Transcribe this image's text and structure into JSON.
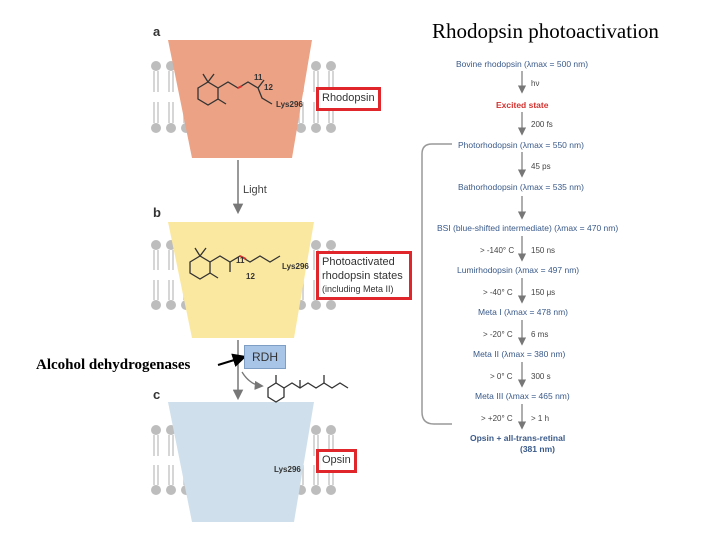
{
  "title": "Rhodopsin  photoactivation",
  "side_label": "Alcohol dehydrogenases",
  "panels": {
    "a": {
      "letter": "a",
      "box": "Rhodopsin",
      "color": "#eba285"
    },
    "b": {
      "letter": "b",
      "box_line1": "Photoactivated",
      "box_line2": "rhodopsin states",
      "box_line3": "(including Meta II)",
      "color": "#fbe8a0"
    },
    "c": {
      "letter": "c",
      "box": "Opsin",
      "color": "#cfe0ec"
    }
  },
  "arrow_label": "Light",
  "rdh": "RDH",
  "lys_a": "Lys296",
  "lys_b": "Lys296",
  "lys_c": "Lys296",
  "carbon_11a": "11",
  "carbon_12a": "12",
  "carbon_11b": "11",
  "carbon_12b": "12",
  "cascade": {
    "bovine": "Bovine rhodopsin (λmax = 500 nm)",
    "hv": "hν",
    "excited": "Excited state",
    "t1": "200 fs",
    "photo": "Photorhodopsin (λmax = 550 nm)",
    "t2": "45 ps",
    "batho": "Bathorhodopsin (λmax = 535 nm)",
    "bsi": "BSI (blue-shifted intermediate) (λmax = 470 nm)",
    "c1": "> -140° C",
    "t3": "150 ns",
    "lumi": "Lumirhodopsin (λmax = 497 nm)",
    "c2": "> -40° C",
    "t4": "150 μs",
    "meta1": "Meta I (λmax = 478 nm)",
    "c3": "> -20° C",
    "t5": "6 ms",
    "meta2": "Meta II (λmax = 380 nm)",
    "c4": "> 0° C",
    "t6": "300 s",
    "meta3": "Meta III (λmax = 465 nm)",
    "c5": "> +20° C",
    "t7": "> 1 h",
    "opsin_a": "Opsin + all-trans-retinal",
    "opsin_b": "(381 nm)"
  }
}
